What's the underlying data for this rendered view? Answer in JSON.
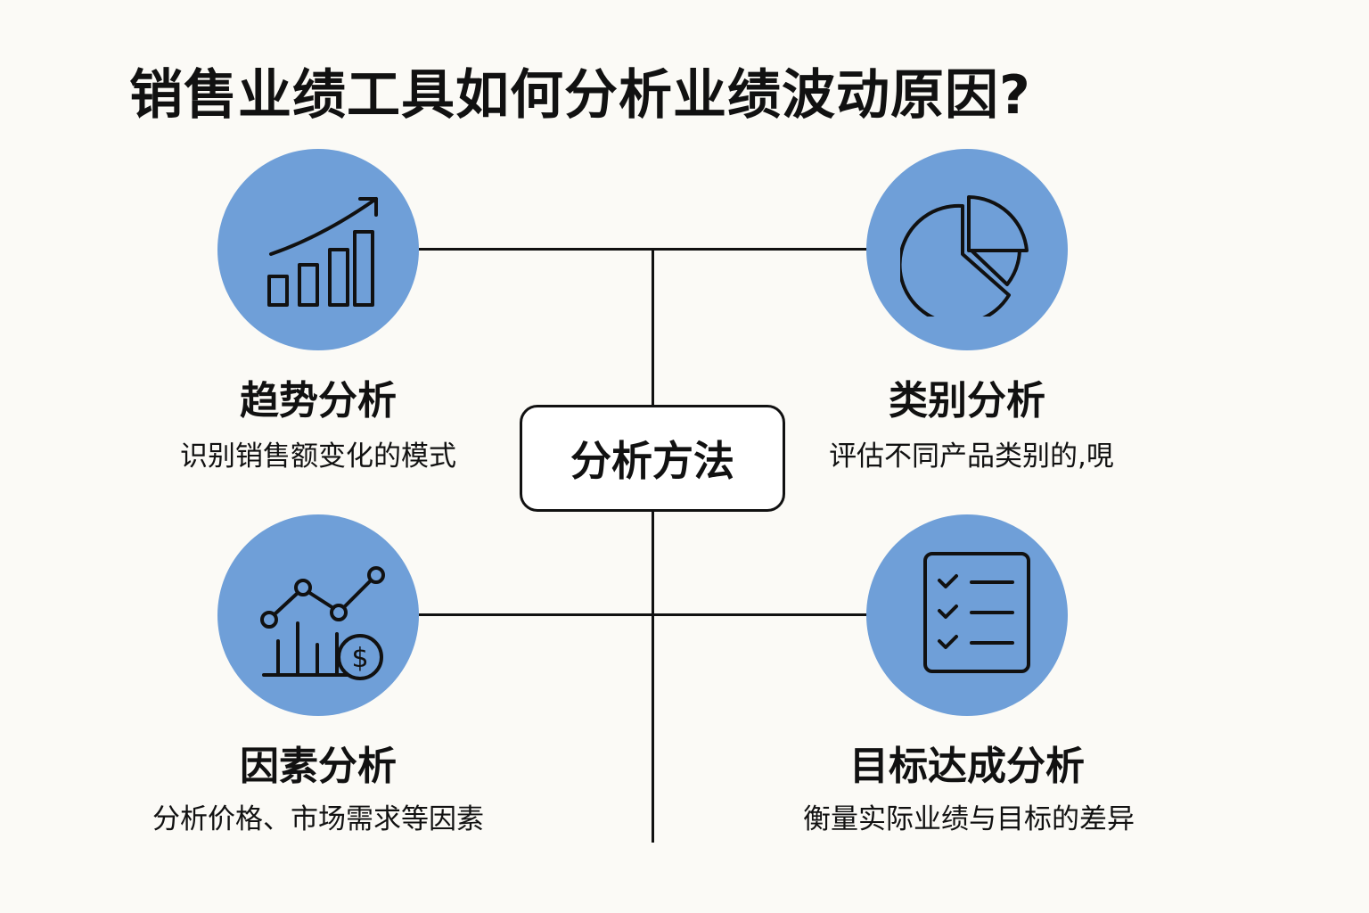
{
  "title": "销售业绩工具如何分析业绩波动原因?",
  "center": "分析方法",
  "colors": {
    "circle": "#6f9fd8",
    "line": "#111111"
  },
  "methods": [
    {
      "icon": "trend-bar-chart-icon",
      "label": "趋势分析",
      "desc": "识别销售额变化的模式"
    },
    {
      "icon": "pie-chart-icon",
      "label": "类别分析",
      "desc": "评估不同产品类别的,哯"
    },
    {
      "icon": "factor-chart-dollar-icon",
      "label": "因素分析",
      "desc": "分析价格、市场需求等因素"
    },
    {
      "icon": "checklist-icon",
      "label": "目标达成分析",
      "desc": "衡量实际业绩与目标的差异"
    }
  ]
}
